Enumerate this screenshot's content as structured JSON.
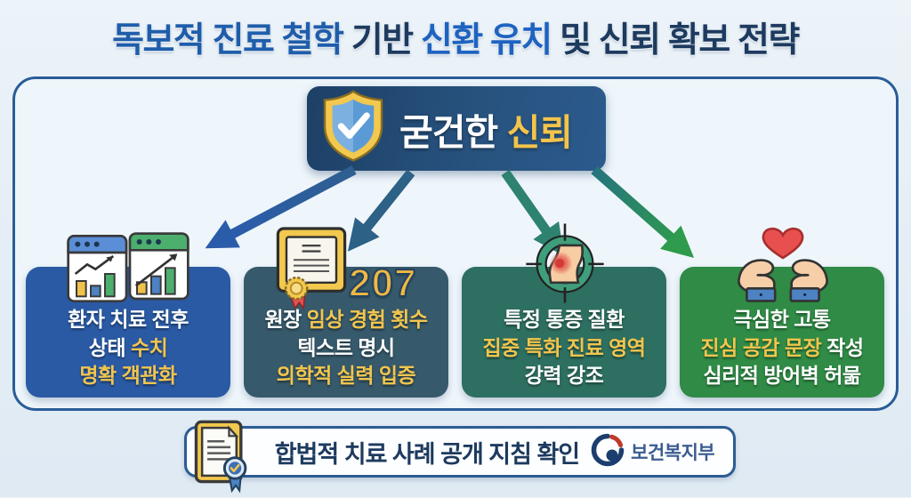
{
  "title": {
    "segments": [
      {
        "text": "독보적 진료 철학 ",
        "color": "#1f5dab"
      },
      {
        "text": "기반 ",
        "color": "#1d3a5f"
      },
      {
        "text": "신환 유치 ",
        "color": "#1e63c0"
      },
      {
        "text": "및 ",
        "color": "#1d3a5f"
      },
      {
        "text": "신뢰 확보 전략",
        "color": "#1d3a5f"
      }
    ]
  },
  "trust_box": {
    "icon": "shield-check-icon",
    "text_white": "굳건한 ",
    "text_gold": "신뢰"
  },
  "cards": [
    {
      "name": "before-after-objectification",
      "icon": "chart-windows-icon",
      "bg_color": "#2a5aa4",
      "lines": [
        {
          "parts": [
            {
              "text": "환자 치료 전후",
              "style": "white"
            }
          ]
        },
        {
          "parts": [
            {
              "text": "상태 ",
              "style": "white"
            },
            {
              "text": "수치",
              "style": "gold"
            }
          ]
        },
        {
          "parts": [
            {
              "text": "명확 객관화",
              "style": "gold"
            }
          ]
        }
      ]
    },
    {
      "name": "clinical-experience-proof",
      "icon": "certificate-icon",
      "badge": "207",
      "bg_color": "#36596b",
      "lines": [
        {
          "parts": [
            {
              "text": "원장 ",
              "style": "white"
            },
            {
              "text": "임상 경험 횟수",
              "style": "gold"
            }
          ]
        },
        {
          "parts": [
            {
              "text": "텍스트 명시",
              "style": "white"
            }
          ]
        },
        {
          "parts": [
            {
              "text": "의학적 실력 입증",
              "style": "gold"
            }
          ]
        }
      ]
    },
    {
      "name": "specialized-pain-treatment",
      "icon": "target-knee-icon",
      "bg_color": "#2d6f60",
      "lines": [
        {
          "parts": [
            {
              "text": "특정 통증 질환",
              "style": "white"
            }
          ]
        },
        {
          "parts": [
            {
              "text": "집중 특화 진료 영역",
              "style": "gold"
            }
          ]
        },
        {
          "parts": [
            {
              "text": "강력 강조",
              "style": "white"
            }
          ]
        }
      ]
    },
    {
      "name": "empathy-sentence-writing",
      "icon": "hands-heart-icon",
      "bg_color": "#2f8b45",
      "lines": [
        {
          "parts": [
            {
              "text": "극심한 고통",
              "style": "white"
            }
          ]
        },
        {
          "parts": [
            {
              "text": "진심 공감 문장 ",
              "style": "gold"
            },
            {
              "text": "작성",
              "style": "white"
            }
          ]
        },
        {
          "parts": [
            {
              "text": "심리적 방어벽 허묾",
              "style": "white"
            }
          ]
        }
      ]
    }
  ],
  "banner": {
    "icon": "certificate-document-icon",
    "text": "합법적 치료 사례 공개 지침 확인",
    "org_logo": "moh-gov-emblem-icon",
    "org_name": "보건복지부"
  },
  "colors": {
    "gold_text": "#f2c54e",
    "navy_text": "#1d3a5f",
    "card_blue": "#2a5aa4",
    "card_slate_teal": "#36596b",
    "card_teal_green": "#2d6f60",
    "card_green": "#2f8b45",
    "arrow_blue": "#2b5ca9",
    "arrow_steel_blue": "#2d6185",
    "arrow_teal": "#2e8270",
    "arrow_green": "#2f9b4d",
    "frame_border": "#2a5d98",
    "banner_border": "#2b5c94",
    "trust_box_bg": "#24507c",
    "background": "#e3edf5"
  }
}
